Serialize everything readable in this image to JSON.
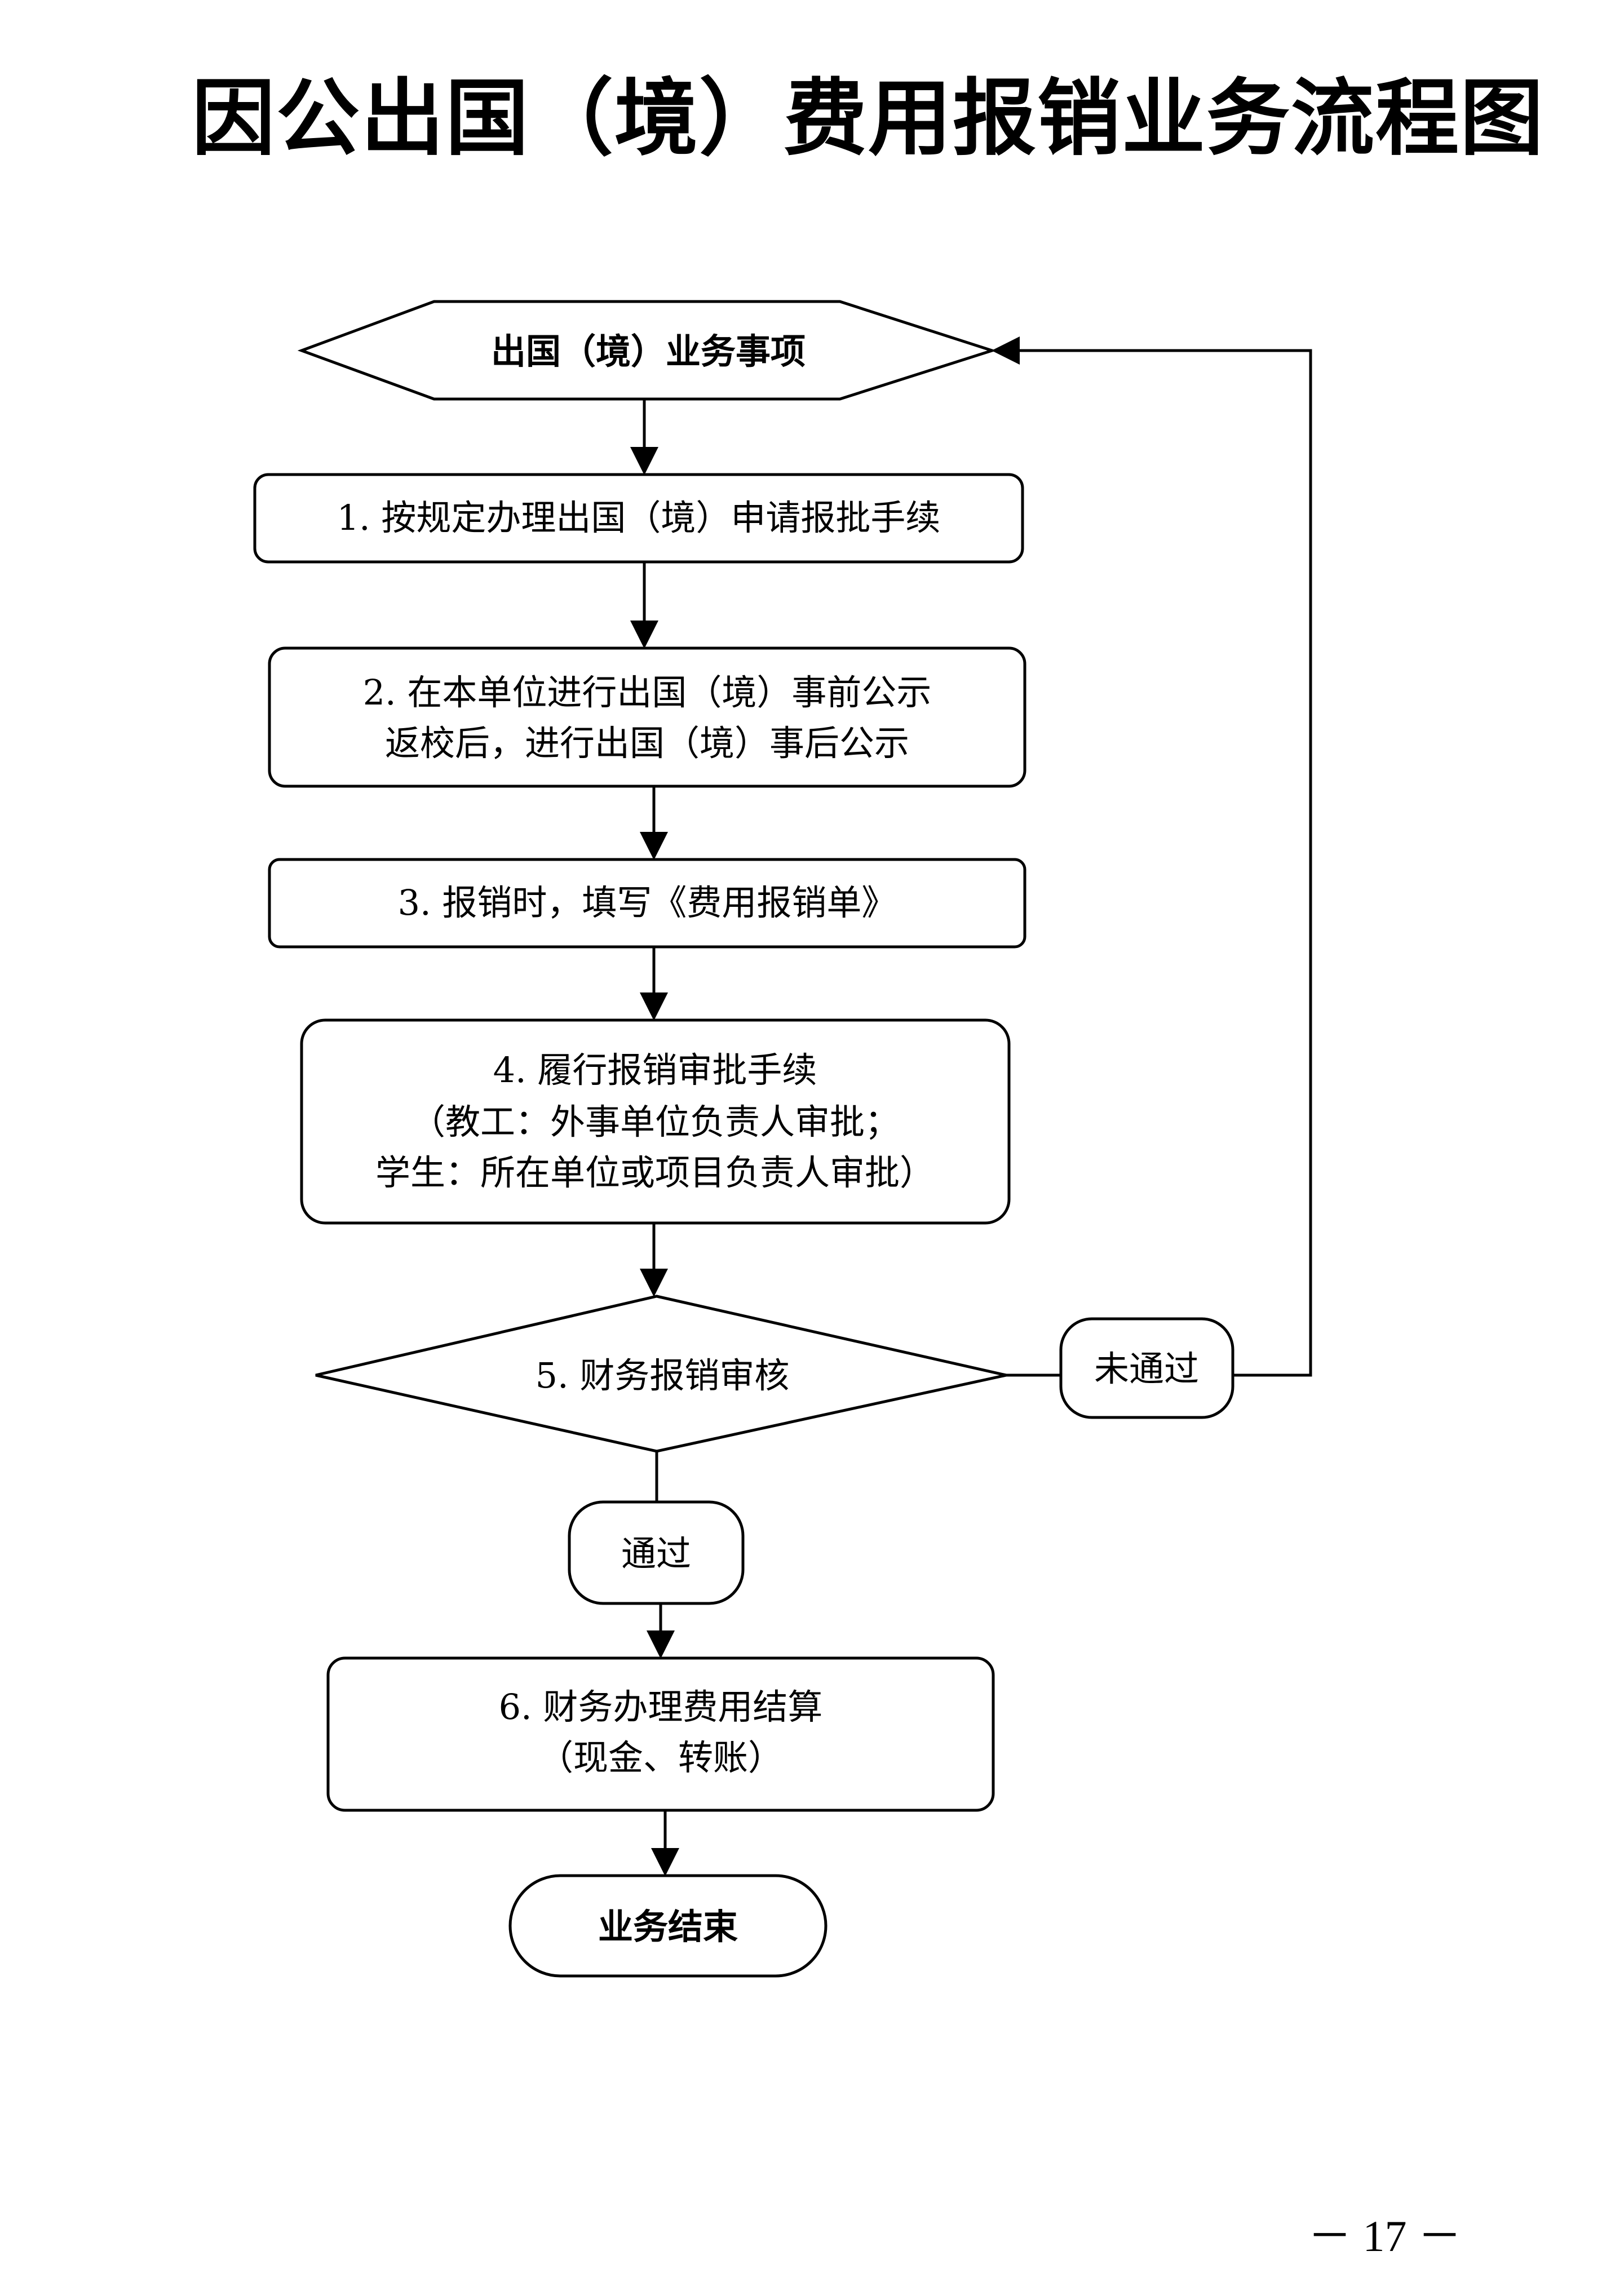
{
  "title": "因公出国（境）费用报销业务流程图",
  "nodes": {
    "start": "出国（境）业务事项",
    "step1": "1. 按规定办理出国（境）申请报批手续",
    "step2": [
      "2. 在本单位进行出国（境）事前公示",
      "返校后，进行出国（境）事后公示"
    ],
    "step3": "3. 报销时，填写《费用报销单》",
    "step4": [
      "4. 履行报销审批手续",
      "（教工：外事单位负责人审批；",
      "学生：所在单位或项目负责人审批）"
    ],
    "step5": "5. 财务报销审核",
    "fail": "未通过",
    "pass": "通过",
    "step6": [
      "6. 财务办理费用结算",
      "（现金、转账）"
    ],
    "end": "业务结束"
  },
  "page_number": "－ 17 －"
}
